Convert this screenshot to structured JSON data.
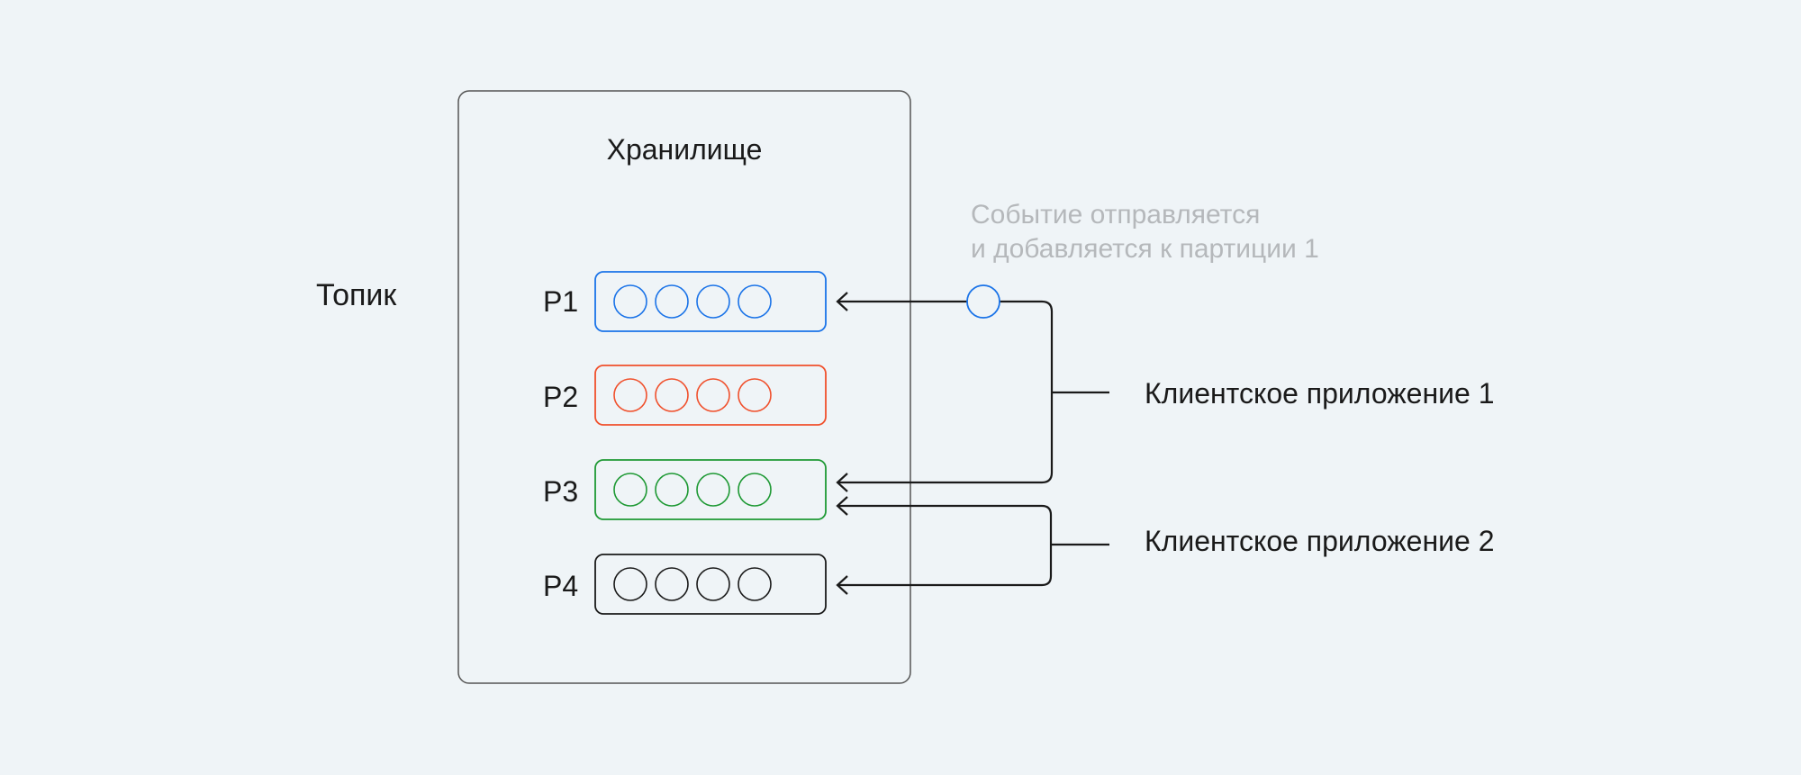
{
  "diagram": {
    "topic_label": "Топик",
    "storage_label": "Хранилище",
    "event_note": {
      "line1": "Событие отправляется",
      "line2": "и добавляется к партиции 1"
    },
    "partitions": [
      {
        "label": "P1",
        "color": "#1a73e8",
        "messages": 4
      },
      {
        "label": "P2",
        "color": "#f0502c",
        "messages": 4
      },
      {
        "label": "P3",
        "color": "#1e9934",
        "messages": 4
      },
      {
        "label": "P4",
        "color": "#1a1a1a",
        "messages": 4
      }
    ],
    "clients": [
      {
        "label": "Клиентское приложение 1"
      },
      {
        "label": "Клиентское приложение 2"
      }
    ],
    "colors": {
      "background": "#eff4f7",
      "stroke": "#1a1a1a",
      "muted_text": "#b5b8bb",
      "event_dot": "#1a73e8"
    }
  }
}
